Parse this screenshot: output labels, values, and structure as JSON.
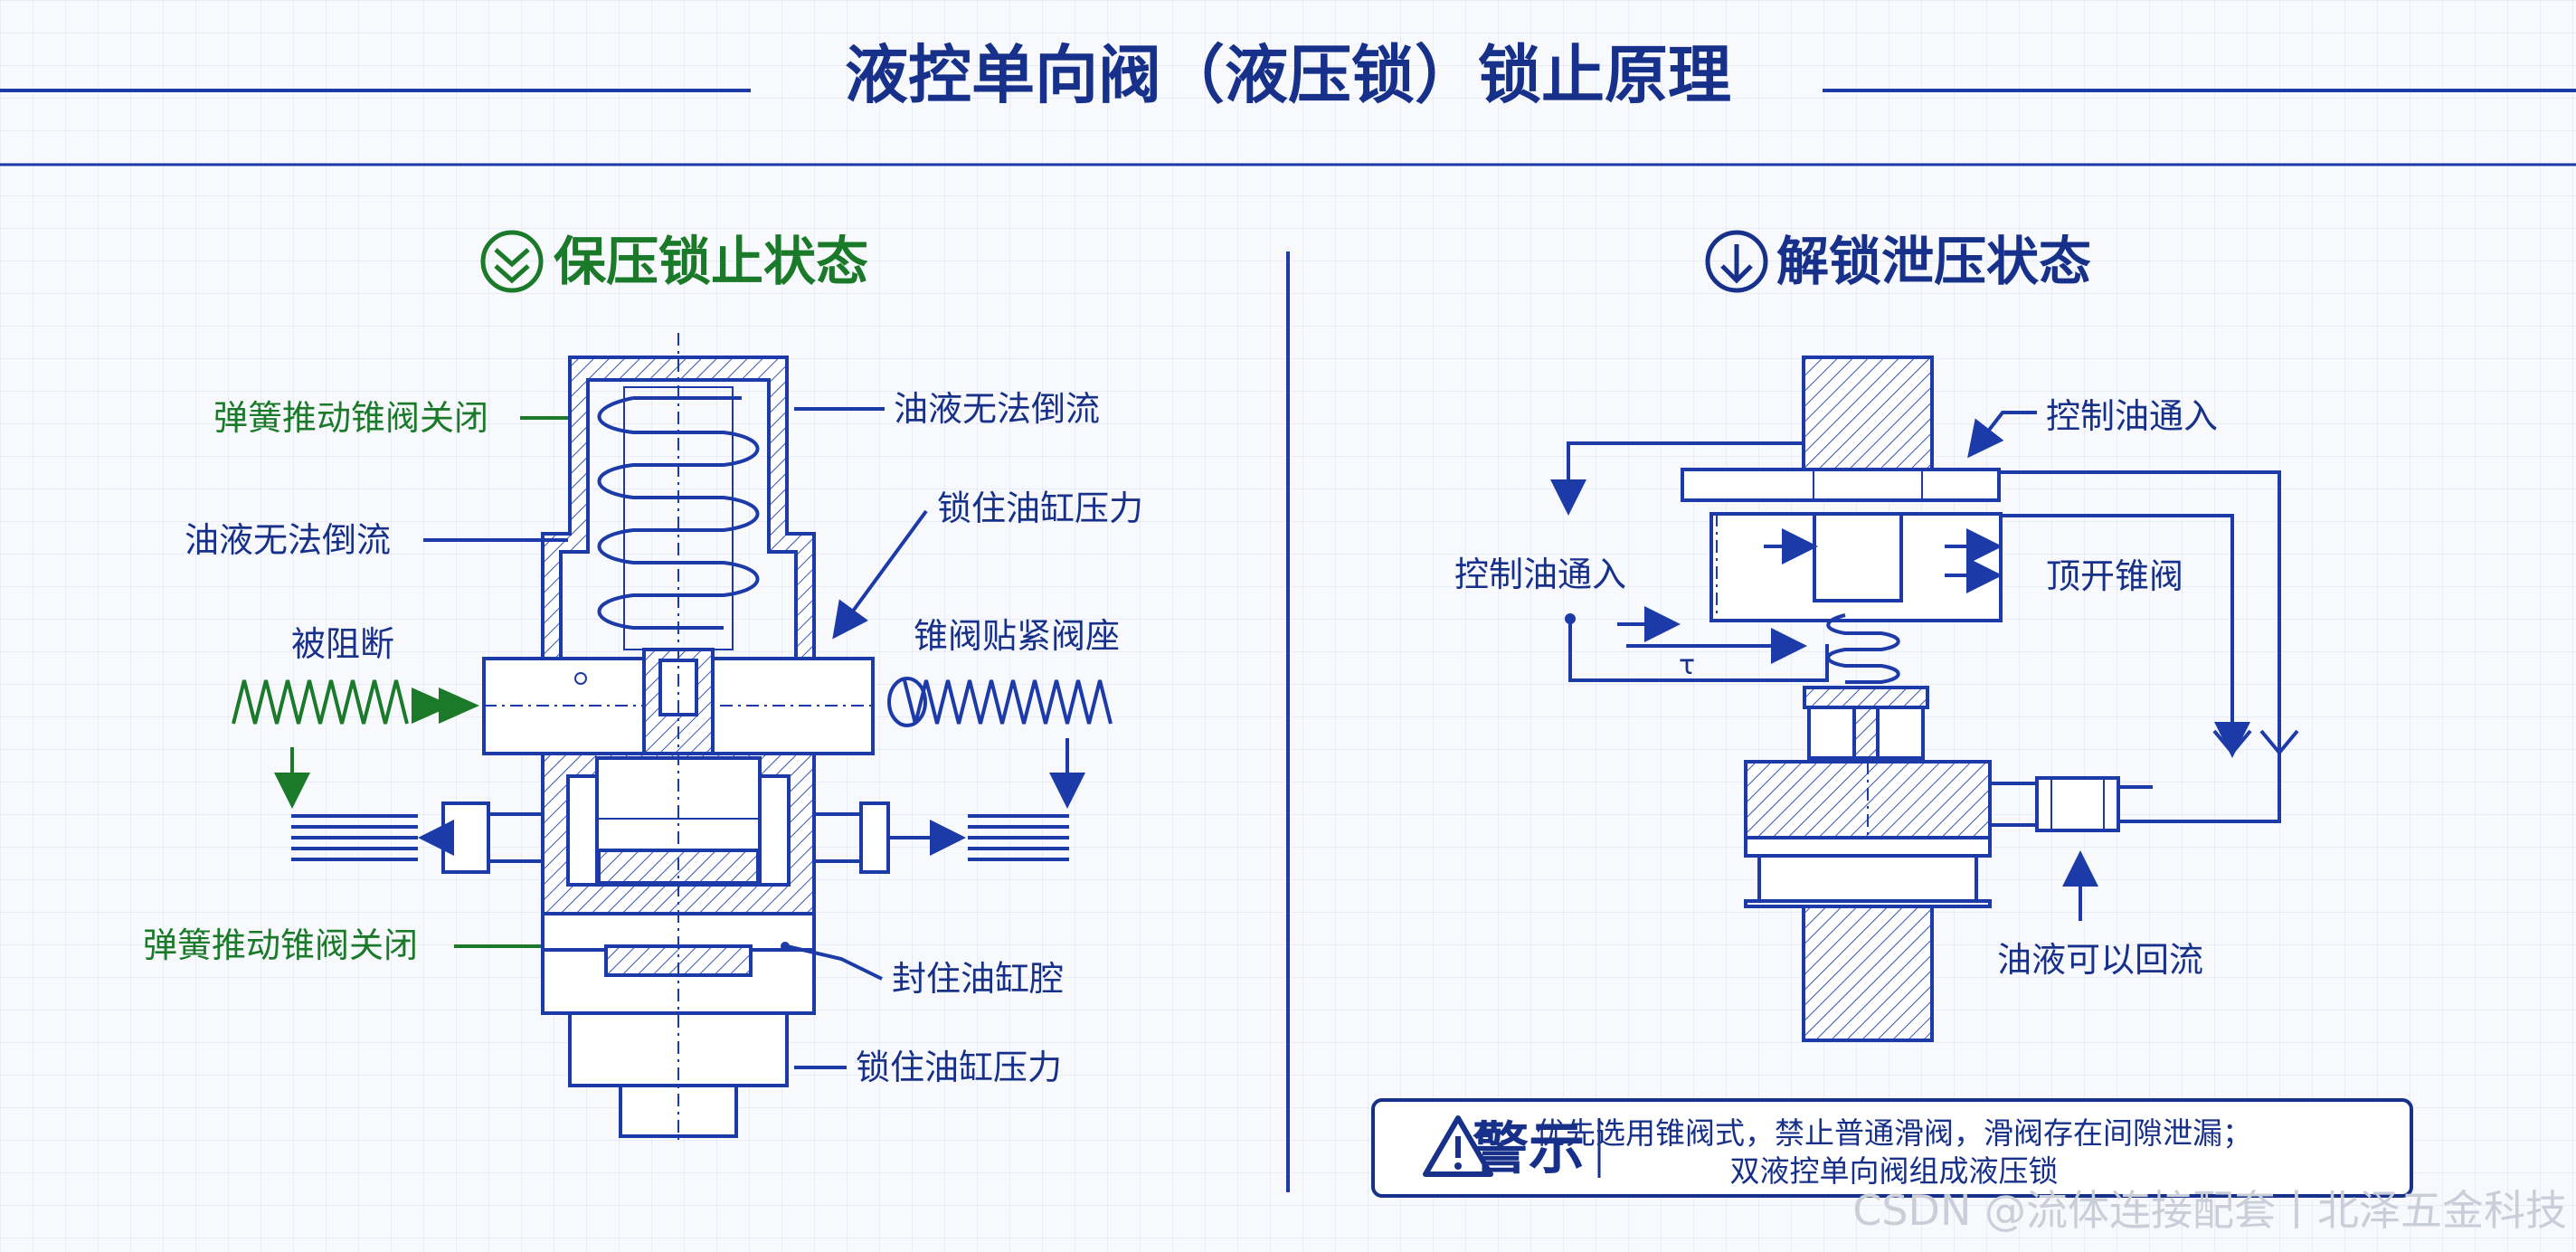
{
  "title": "液控单向阀（液压锁）锁止原理",
  "left_section": {
    "heading": "保压锁止状态",
    "labels": {
      "spring_close_top": "弹簧推动锥阀关闭",
      "no_backflow_right": "油液无法倒流",
      "no_backflow_left": "油液无法倒流",
      "lock_pressure_top": "锁住油缸压力",
      "blocked": "被阻断",
      "cone_seat": "锥阀贴紧阀座",
      "spring_close_bottom": "弹簧推动锥阀关闭",
      "seal_chamber": "封住油缸腔",
      "lock_pressure_bottom": "锁住油缸压力"
    }
  },
  "right_section": {
    "heading": "解锁泄压状态",
    "labels": {
      "control_in_top": "控制油通入",
      "control_in_left": "控制油通入",
      "push_open": "顶开锥阀",
      "tau": "τ",
      "can_return": "油液可以回流"
    }
  },
  "warning": {
    "title": "警示",
    "line1": "优先选用锥阀式，禁止普通滑阀，滑阀存在间隙泄漏；",
    "line2": "双液控单向阀组成液压锁"
  },
  "watermark": "CSDN @流体连接配套丨北泽五金科技",
  "colors": {
    "primary": "#17308a",
    "green": "#1a7a2a",
    "grid": "#e6ebf5"
  }
}
